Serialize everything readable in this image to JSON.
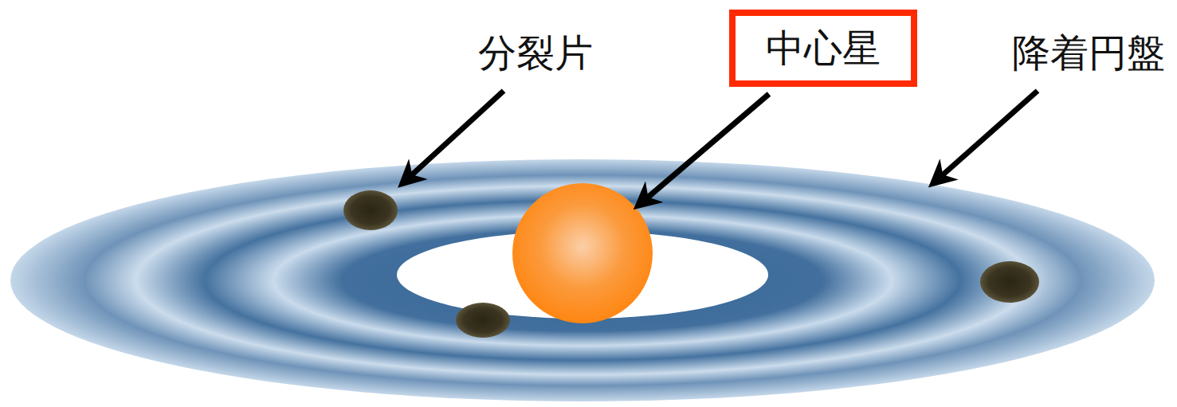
{
  "diagram": {
    "nodes": [
      {
        "text": [
          "中心星"
        ]
      }
    ],
    "labels": [
      "分裂片",
      "降着円盤"
    ]
  }
}
